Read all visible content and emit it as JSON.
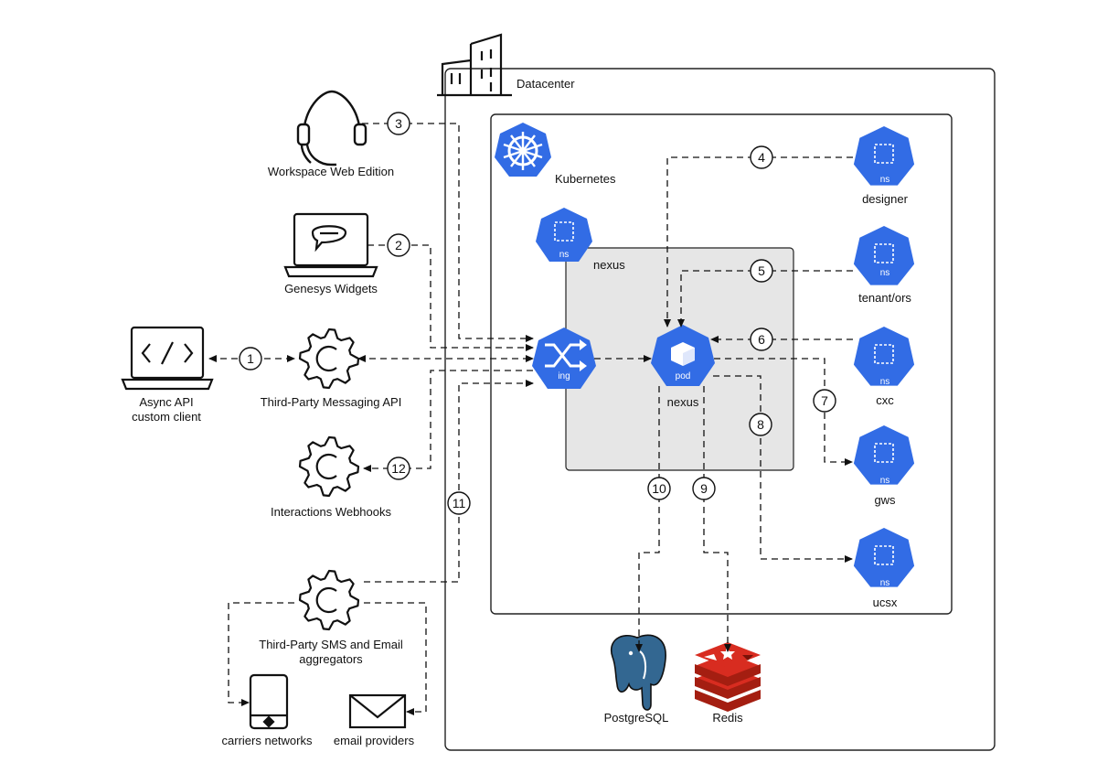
{
  "datacenter": {
    "label": "Datacenter"
  },
  "kubernetes": {
    "label": "Kubernetes"
  },
  "nexus_ns": {
    "badge": "ns",
    "label": "nexus"
  },
  "ingress": {
    "badge": "ing"
  },
  "pod": {
    "badge": "pod",
    "label": "nexus"
  },
  "namespaces": [
    {
      "id": "designer",
      "badge": "ns",
      "label": "designer"
    },
    {
      "id": "tenant-ors",
      "badge": "ns",
      "label": "tenant/ors"
    },
    {
      "id": "cxc",
      "badge": "ns",
      "label": "cxc"
    },
    {
      "id": "gws",
      "badge": "ns",
      "label": "gws"
    },
    {
      "id": "ucsx",
      "badge": "ns",
      "label": "ucsx"
    }
  ],
  "clients": {
    "async_api": "Async API\ncustom client",
    "third_party_messaging": "Third-Party Messaging API",
    "workspace": "Workspace Web Edition",
    "widgets": "Genesys Widgets",
    "webhooks": "Interactions Webhooks",
    "aggregators": "Third-Party SMS and Email\naggregators",
    "carriers": "carriers networks",
    "email_providers": "email providers"
  },
  "databases": {
    "postgres": "PostgreSQL",
    "redis": "Redis"
  },
  "connections": [
    "1",
    "2",
    "3",
    "4",
    "5",
    "6",
    "7",
    "8",
    "9",
    "10",
    "11",
    "12"
  ],
  "colors": {
    "k8s_blue": "#326ce5",
    "redis_red": "#d82c20",
    "postgres_blue": "#336791",
    "nexus_fill": "#e6e6e6"
  }
}
